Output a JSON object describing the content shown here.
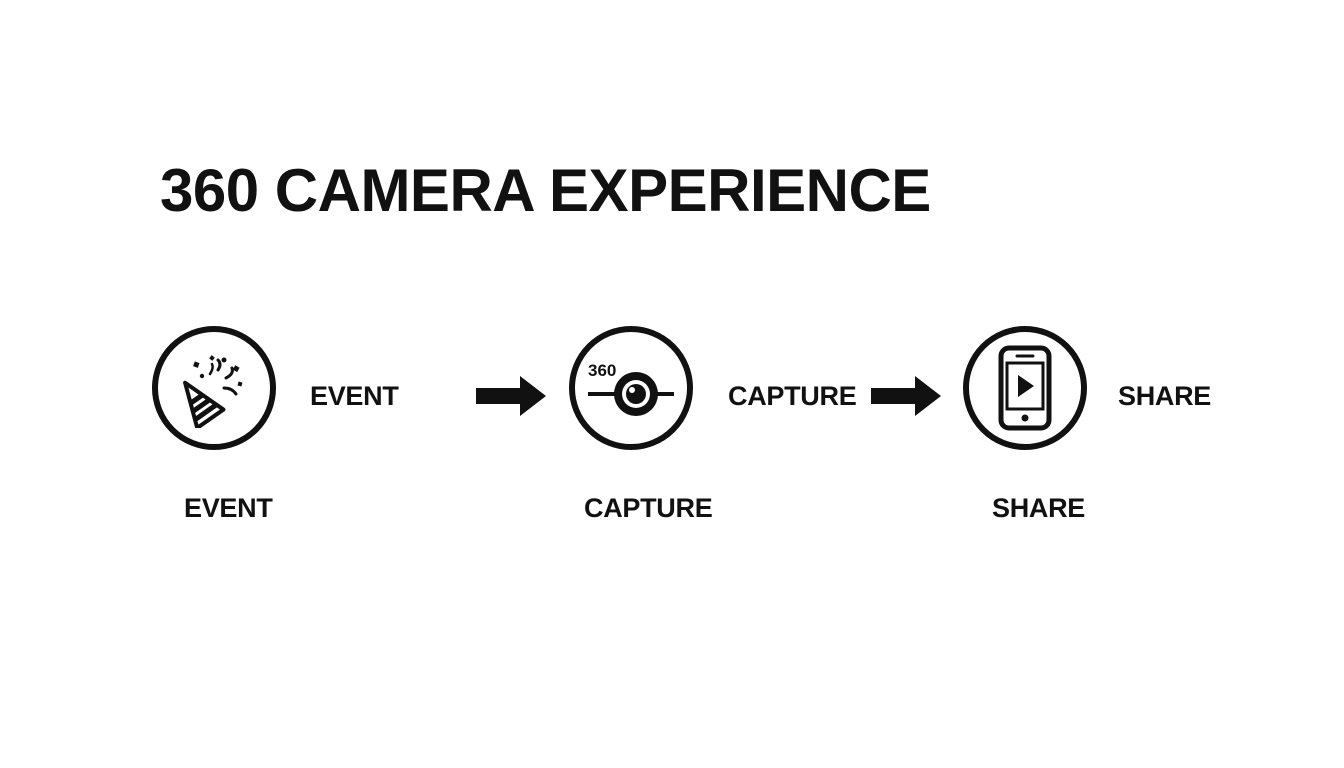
{
  "title": "360 CAMERA EXPERIENCE",
  "steps": [
    {
      "label": "EVENT",
      "caption": "EVENT",
      "icon": "party-popper-icon"
    },
    {
      "label": "CAPTURE",
      "caption": "CAPTURE",
      "icon": "camera-360-icon",
      "badge": "360"
    },
    {
      "label": "SHARE",
      "caption": "SHARE",
      "icon": "smartphone-play-icon"
    }
  ],
  "colors": {
    "ink": "#111111",
    "background": "#ffffff"
  }
}
